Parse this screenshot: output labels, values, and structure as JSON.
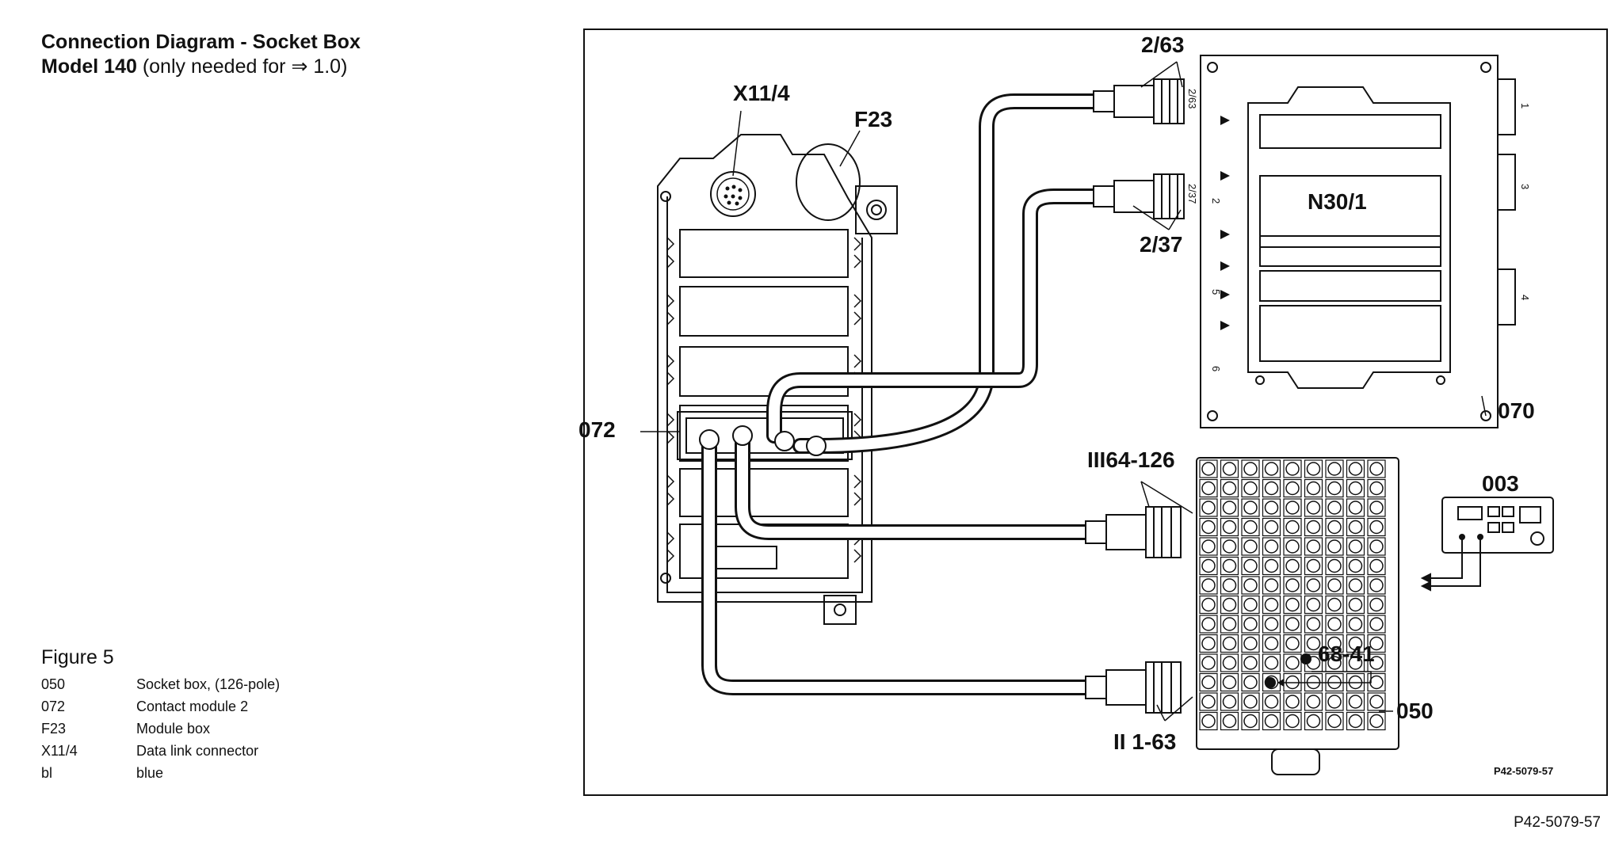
{
  "header": {
    "line1": "Connection Diagram - Socket Box",
    "line2_bold": "Model 140",
    "line2_rest": " (only needed for ⇒ 1.0)"
  },
  "figure": {
    "title": "Figure 5",
    "legend": [
      {
        "code": "050",
        "desc": "Socket box, (126-pole)"
      },
      {
        "code": "072",
        "desc": "Contact module 2"
      },
      {
        "code": "F23",
        "desc": "Module box"
      },
      {
        "code": "X11/4",
        "desc": "Data link connector"
      },
      {
        "code": "bl",
        "desc": "blue"
      }
    ]
  },
  "diagram": {
    "labels": {
      "x11_4": "X11/4",
      "f23": "F23",
      "c2_63": "2/63",
      "c2_37": "2/37",
      "n30_1": "N30/1",
      "c072": "072",
      "c070": "070",
      "c003": "003",
      "iii": "III64-126",
      "ii": "II 1-63",
      "c68_41": "68-41",
      "c050": "050",
      "inner_ref": "P42-5079-57",
      "port_2_63": "2/63",
      "port_2_37": "2/37",
      "n1": "1",
      "n2": "2",
      "n3": "3",
      "n4": "4",
      "n5": "5",
      "n6": "6"
    }
  },
  "footer": {
    "ref": "P42-5079-57"
  }
}
